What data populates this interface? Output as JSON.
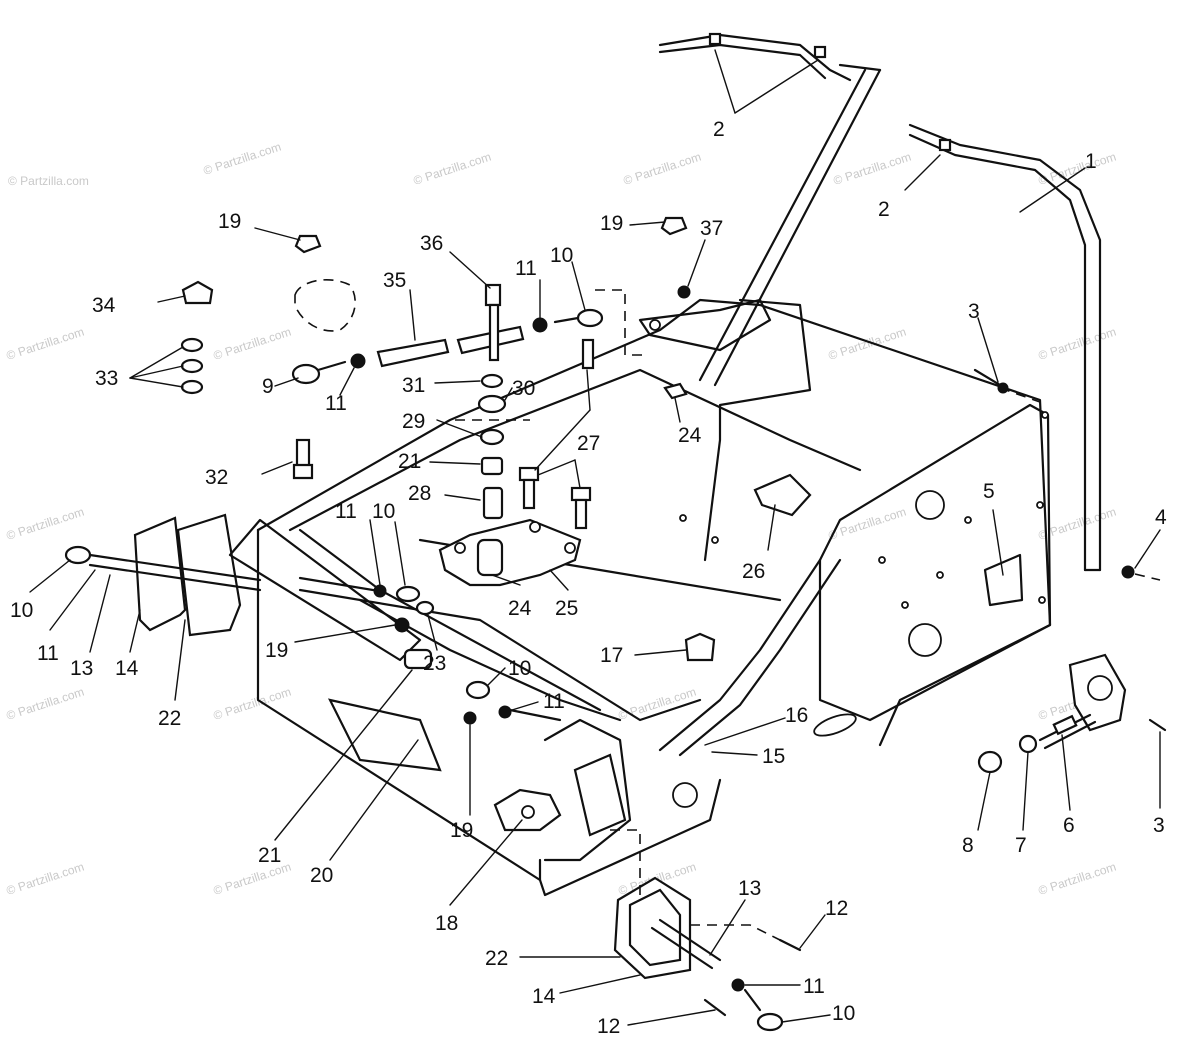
{
  "watermark": "© Partzilla.com",
  "callouts": [
    {
      "id": "c-2a",
      "text": "2"
    },
    {
      "id": "c-2b",
      "text": "2"
    },
    {
      "id": "c-1",
      "text": "1"
    },
    {
      "id": "c-19a",
      "text": "19"
    },
    {
      "id": "c-36",
      "text": "36"
    },
    {
      "id": "c-11a",
      "text": "11"
    },
    {
      "id": "c-10a",
      "text": "10"
    },
    {
      "id": "c-19b",
      "text": "19"
    },
    {
      "id": "c-37",
      "text": "37"
    },
    {
      "id": "c-34",
      "text": "34"
    },
    {
      "id": "c-35",
      "text": "35"
    },
    {
      "id": "c-3a",
      "text": "3"
    },
    {
      "id": "c-33",
      "text": "33"
    },
    {
      "id": "c-9",
      "text": "9"
    },
    {
      "id": "c-11b",
      "text": "11"
    },
    {
      "id": "c-31",
      "text": "31"
    },
    {
      "id": "c-30",
      "text": "30"
    },
    {
      "id": "c-24a",
      "text": "24"
    },
    {
      "id": "c-29",
      "text": "29"
    },
    {
      "id": "c-27",
      "text": "27"
    },
    {
      "id": "c-21a",
      "text": "21"
    },
    {
      "id": "c-32",
      "text": "32"
    },
    {
      "id": "c-28",
      "text": "28"
    },
    {
      "id": "c-5",
      "text": "5"
    },
    {
      "id": "c-4",
      "text": "4"
    },
    {
      "id": "c-11c",
      "text": "11"
    },
    {
      "id": "c-10b",
      "text": "10"
    },
    {
      "id": "c-26",
      "text": "26"
    },
    {
      "id": "c-10c",
      "text": "10"
    },
    {
      "id": "c-11d",
      "text": "11"
    },
    {
      "id": "c-24b",
      "text": "24"
    },
    {
      "id": "c-25",
      "text": "25"
    },
    {
      "id": "c-13a",
      "text": "13"
    },
    {
      "id": "c-14a",
      "text": "14"
    },
    {
      "id": "c-22a",
      "text": "22"
    },
    {
      "id": "c-19c",
      "text": "19"
    },
    {
      "id": "c-23",
      "text": "23"
    },
    {
      "id": "c-17",
      "text": "17"
    },
    {
      "id": "c-10d",
      "text": "10"
    },
    {
      "id": "c-11e",
      "text": "11"
    },
    {
      "id": "c-16",
      "text": "16"
    },
    {
      "id": "c-15",
      "text": "15"
    },
    {
      "id": "c-19d",
      "text": "19"
    },
    {
      "id": "c-21b",
      "text": "21"
    },
    {
      "id": "c-20",
      "text": "20"
    },
    {
      "id": "c-18",
      "text": "18"
    },
    {
      "id": "c-8",
      "text": "8"
    },
    {
      "id": "c-7",
      "text": "7"
    },
    {
      "id": "c-6",
      "text": "6"
    },
    {
      "id": "c-3b",
      "text": "3"
    },
    {
      "id": "c-13b",
      "text": "13"
    },
    {
      "id": "c-12a",
      "text": "12"
    },
    {
      "id": "c-22b",
      "text": "22"
    },
    {
      "id": "c-11f",
      "text": "11"
    },
    {
      "id": "c-14b",
      "text": "14"
    },
    {
      "id": "c-12b",
      "text": "12"
    },
    {
      "id": "c-10e",
      "text": "10"
    }
  ]
}
